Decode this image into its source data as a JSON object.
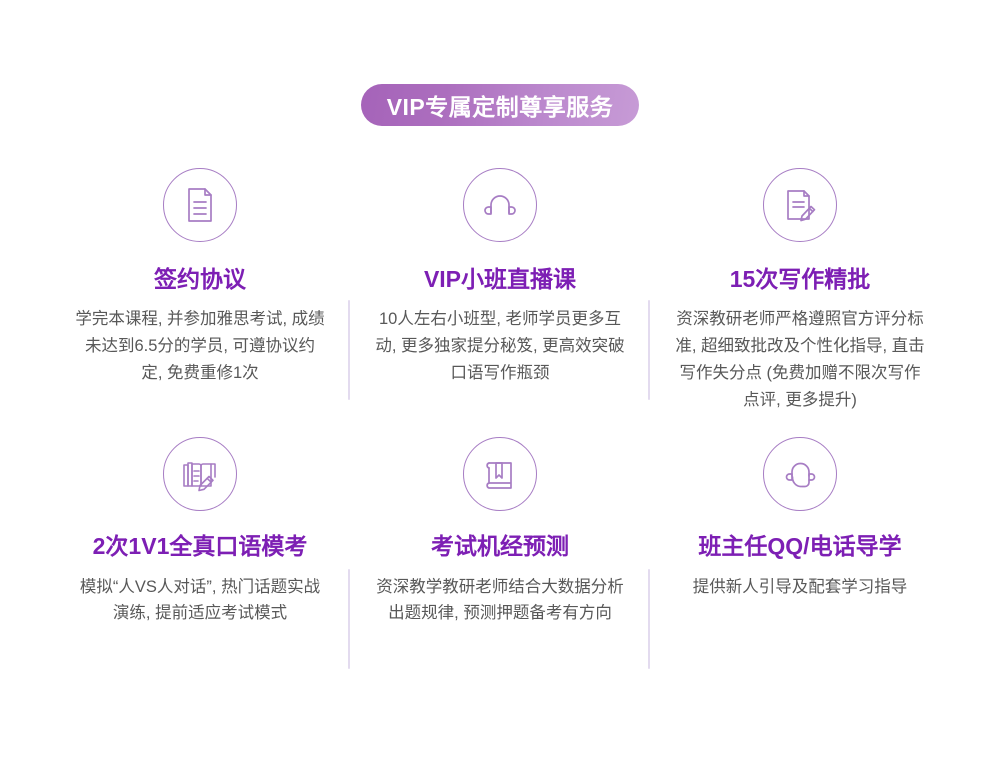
{
  "header": {
    "badge_label": "VIP专属定制尊享服务",
    "badge_gradient_from": "#a563b9",
    "badge_gradient_to": "#c79bd6",
    "badge_text_color": "#ffffff"
  },
  "theme": {
    "title_color": "#7d1fb4",
    "body_color": "#585858",
    "icon_stroke": "#a77dc4",
    "divider_color": "#e3dbef",
    "background": "#ffffff"
  },
  "cards": [
    {
      "icon": "document-icon",
      "title": "签约协议",
      "body": "学完本课程, 并参加雅思考试, 成绩未达到6.5分的学员, 可遵协议约定, 免费重修1次"
    },
    {
      "icon": "headphones-icon",
      "title": "VIP小班直播课",
      "body": "10人左右小班型, 老师学员更多互动, 更多独家提分秘笈, 更高效突破口语写作瓶颈"
    },
    {
      "icon": "document-pencil-icon",
      "title": "15次写作精批",
      "body": "资深教研老师严格遵照官方评分标准, 超细致批改及个性化指导, 直击写作失分点 (免费加赠不限次写作点评, 更多提升)"
    },
    {
      "icon": "book-magnifier-icon",
      "title": "2次1V1全真口语模考",
      "body": "模拟“人VS人对话”, 热门话题实战演练, 提前适应考试模式"
    },
    {
      "icon": "book-bookmark-icon",
      "title": "考试机经预测",
      "body": "资深教学教研老师结合大数据分析出题规律, 预测押题备考有方向"
    },
    {
      "icon": "headset-support-icon",
      "title": "班主任QQ/电话导学",
      "body": "提供新人引导及配套学习指导"
    }
  ]
}
